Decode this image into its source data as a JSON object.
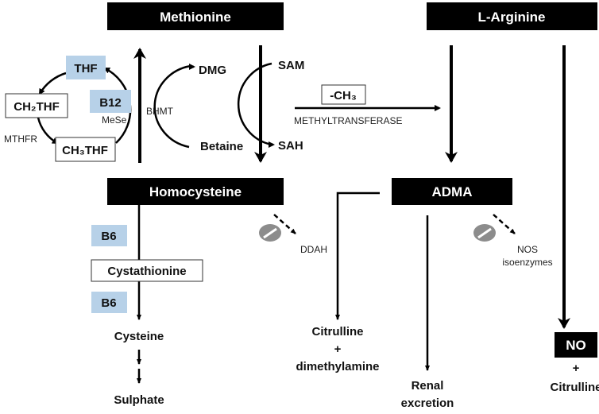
{
  "nodes": {
    "methionine": "Methionine",
    "l_arginine": "L-Arginine",
    "homocysteine": "Homocysteine",
    "adma": "ADMA",
    "no": "NO",
    "thf": "THF",
    "b12": "B12",
    "ch2thf": "CH₂THF",
    "ch3thf": "CH₃THF",
    "dmg": "DMG",
    "betaine": "Betaine",
    "sam": "SAM",
    "sah": "SAH",
    "ch3": "-CH₃",
    "b6_top": "B6",
    "cystathionine": "Cystathionine",
    "b6_bottom": "B6",
    "cysteine": "Cysteine",
    "sulphate": "Sulphate",
    "citrulline_line1": "Citrulline",
    "citrulline_plus": "+",
    "citrulline_line2": "dimethylamine",
    "renal_line1": "Renal",
    "renal_line2": "excretion",
    "no_plus": "+",
    "no_citrulline": "Citrulline"
  },
  "enzymes": {
    "mthfr": "MTHFR",
    "mese": "MeSe",
    "bhmt": "BHMT",
    "methyltransferase": "METHYLTRANSFERASE",
    "ddah": "DDAH",
    "nos_line1": "NOS",
    "nos_line2": "isoenzymes"
  },
  "colors": {
    "vitamin_box": "#b7d1e8",
    "header_box": "#000000",
    "inhibitor": "#8c8c8c"
  }
}
